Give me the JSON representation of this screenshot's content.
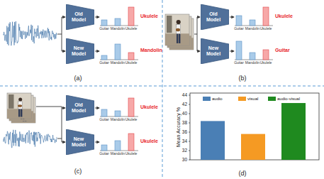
{
  "diagram": {
    "nodes": [
      {
        "text": [
          "Old Model"
        ]
      },
      {
        "text": [
          "New Model"
        ]
      },
      {
        "text": [
          "Old Model"
        ]
      },
      {
        "text": [
          "New Model"
        ]
      },
      {
        "text": [
          "Old Model"
        ]
      },
      {
        "text": [
          "New Model"
        ]
      }
    ],
    "labels": [
      "(a)",
      "(b)",
      "(c)",
      "(d)",
      "Guitar",
      "Mandolin",
      "Ukulele",
      "Guitar",
      "Mandolin",
      "Ukulele",
      "Guitar",
      "Mandolin",
      "Ukulele",
      "Guitar",
      "Mandolin",
      "Ukulele",
      "Guitar",
      "Mandolin",
      "Ukulele",
      "Guitar",
      "Mandolin",
      "Ukulele",
      "Ukulele",
      "Mandolin",
      "Ukulele",
      "Guitar",
      "Ukulele",
      "Ukulele",
      "Mean Accuracy %",
      "30",
      "32",
      "34",
      "36",
      "38",
      "40",
      "42",
      "44"
    ],
    "legend": [
      {
        "text": "audio",
        "color": "#4a7fb5"
      },
      {
        "text": "visual",
        "color": "#f59a23"
      },
      {
        "text": "audio-visual",
        "color": "#1f8a1f"
      }
    ]
  }
}
